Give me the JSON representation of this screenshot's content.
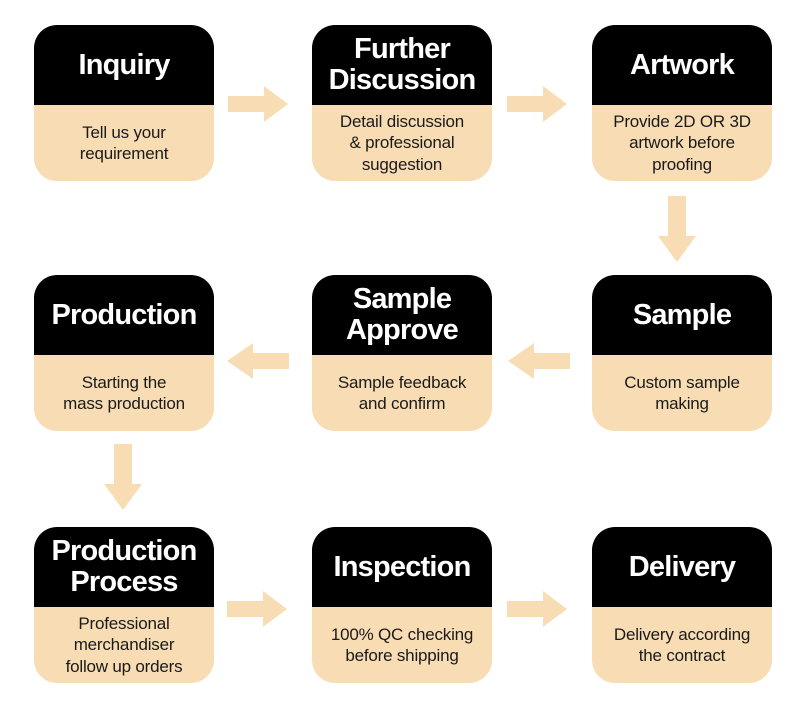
{
  "diagram_title": "Order production process flow",
  "palette": {
    "canvas_bg": "#ffffff",
    "header_bg": "#000000",
    "title_color": "#ffffff",
    "body_bg": "#f8ddb4",
    "body_text_color": "#1a1a1a",
    "arrow_color": "#f8ddb4"
  },
  "steps": [
    {
      "id": "inquiry",
      "title": "Inquiry",
      "description": "Tell us your\nrequirement"
    },
    {
      "id": "further-discussion",
      "title": "Further\nDiscussion",
      "description": "Detail discussion\n& professional\nsuggestion"
    },
    {
      "id": "artwork",
      "title": "Artwork",
      "description": "Provide 2D OR 3D\nartwork before\nproofing"
    },
    {
      "id": "production",
      "title": "Production",
      "description": "Starting the\nmass production"
    },
    {
      "id": "sample-approve",
      "title": "Sample\nApprove",
      "description": "Sample feedback\nand confirm"
    },
    {
      "id": "sample",
      "title": "Sample",
      "description": "Custom sample\nmaking"
    },
    {
      "id": "production-process",
      "title": "Production\nProcess",
      "description": "Professional\nmerchandiser\nfollow up orders"
    },
    {
      "id": "inspection",
      "title": "Inspection",
      "description": "100% QC checking\nbefore shipping"
    },
    {
      "id": "delivery",
      "title": "Delivery",
      "description": "Delivery according\nthe contract"
    }
  ],
  "arrows": [
    {
      "from": "Inquiry",
      "to": "Further Discussion",
      "direction": "right"
    },
    {
      "from": "Further Discussion",
      "to": "Artwork",
      "direction": "right"
    },
    {
      "from": "Artwork",
      "to": "Sample",
      "direction": "down"
    },
    {
      "from": "Sample",
      "to": "Sample Approve",
      "direction": "left"
    },
    {
      "from": "Sample Approve",
      "to": "Production",
      "direction": "left"
    },
    {
      "from": "Production",
      "to": "Production Process",
      "direction": "down"
    },
    {
      "from": "Production Process",
      "to": "Inspection",
      "direction": "right"
    },
    {
      "from": "Inspection",
      "to": "Delivery",
      "direction": "right"
    }
  ]
}
